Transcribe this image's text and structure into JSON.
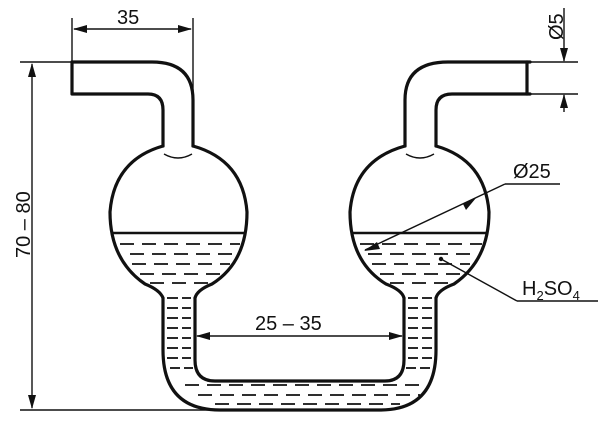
{
  "figure": {
    "subject": "U-tube gas washing vessel with two spherical bulbs",
    "liquid": "H2SO4"
  },
  "dimensions": {
    "top_width": "35",
    "tube_diameter": "Ø5",
    "bulb_diameter": "Ø25",
    "height": "70 – 80",
    "bottom_span": "25 – 35"
  },
  "labels": {
    "acid": {
      "main_h": "H",
      "sub_2": "2",
      "main_so": "SO",
      "sub_4": "4"
    }
  }
}
